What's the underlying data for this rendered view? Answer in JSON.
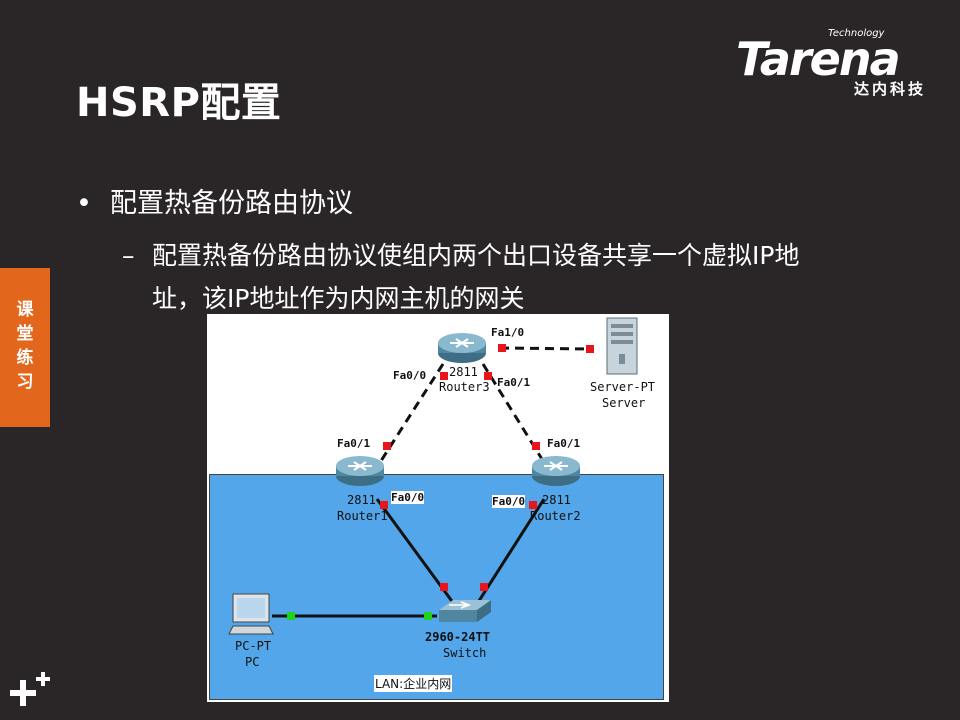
{
  "slide": {
    "title": "HSRP配置",
    "logo_tech": "Technology",
    "logo_word": "Tarena",
    "logo_cn": "达内科技",
    "bullet_symbol": "•",
    "bullet": "配置热备份路由协议",
    "sub_dash": "–",
    "sub": "配置热备份路由协议使组内两个出口设备共享一个虚拟IP地址，该IP地址作为内网主机的网关",
    "side_tab": "课堂练习"
  },
  "diagram": {
    "router3": {
      "model": "2811",
      "name": "Router3"
    },
    "router1": {
      "model": "2811",
      "name": "Router1"
    },
    "router2": {
      "model": "2811",
      "name": "Router2"
    },
    "server": {
      "model": "Server-PT",
      "name": "Server"
    },
    "switch": {
      "model": "2960-24TT",
      "name": "Switch"
    },
    "pc": {
      "model": "PC-PT",
      "name": "PC"
    },
    "ports": {
      "r3_fa10": "Fa1/0",
      "r3_fa00": "Fa0/0",
      "r3_fa01": "Fa0/1",
      "r1_fa01": "Fa0/1",
      "r1_fa00": "Fa0/0",
      "r2_fa01": "Fa0/1",
      "r2_fa00": "Fa0/0"
    },
    "lan_label": "LAN:企业内网",
    "colors": {
      "lan": "#52a6e9",
      "link_down": "#e8161c",
      "link_up": "#1ed21e",
      "accent": "#e2661c"
    }
  }
}
